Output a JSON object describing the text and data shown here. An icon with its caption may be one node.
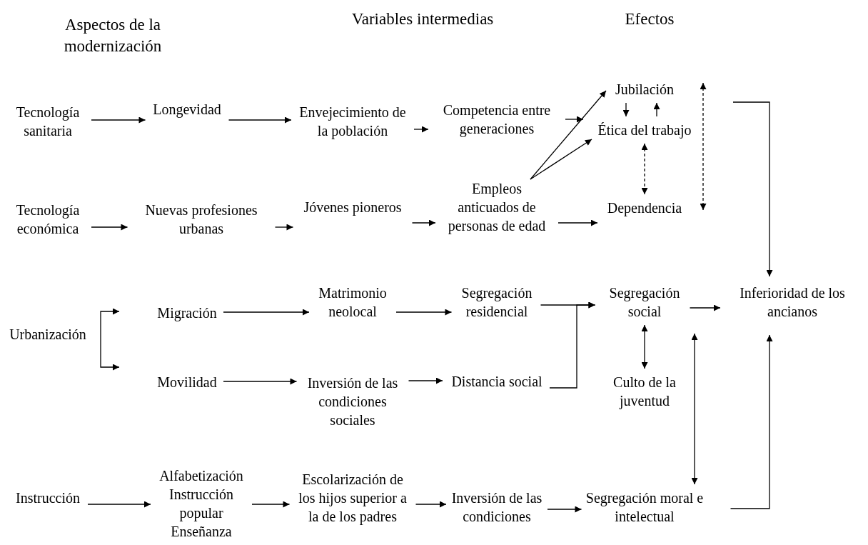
{
  "diagram": {
    "nodes": [
      {
        "text": [
          "Tecnología sanitaria"
        ]
      },
      {
        "text": [
          "Longevidad"
        ]
      },
      {
        "text": [
          "Envejecimiento de la población"
        ]
      },
      {
        "text": [
          "Competencia entre generaciones"
        ]
      },
      {
        "text": [
          "Jubilación"
        ]
      },
      {
        "text": [
          "Ética del trabajo"
        ]
      },
      {
        "text": [
          "Tecnología económica"
        ]
      },
      {
        "text": [
          "Nuevas profesiones urbanas"
        ]
      },
      {
        "text": [
          "Jóvenes pioneros"
        ]
      },
      {
        "text": [
          "Empleos anticuados de personas de edad"
        ]
      },
      {
        "text": [
          "Dependencia"
        ]
      },
      {
        "text": [
          "Urbanización"
        ]
      },
      {
        "text": [
          "Migración"
        ]
      },
      {
        "text": [
          "Matrimonio neolocal"
        ]
      },
      {
        "text": [
          "Segregación residencial"
        ]
      },
      {
        "text": [
          "Segregación social"
        ]
      },
      {
        "text": [
          "Inferioridad de los ancianos"
        ]
      },
      {
        "text": [
          "Movilidad"
        ]
      },
      {
        "text": [
          "Inversión de las condiciones sociales"
        ]
      },
      {
        "text": [
          "Distancia social"
        ]
      },
      {
        "text": [
          "Culto de la juventud"
        ]
      },
      {
        "text": [
          "Instrucción"
        ]
      },
      {
        "text": [
          "Alfabetización Instrucción popular Enseñanza"
        ]
      },
      {
        "text": [
          "Escolarización de los hijos superior a la de los padres"
        ]
      },
      {
        "text": [
          "Inversión de las condiciones"
        ]
      },
      {
        "text": [
          "Segregación moral e intelectual"
        ]
      }
    ],
    "edges": [
      {
        "from": 0,
        "to": 1,
        "arrow": "to"
      },
      {
        "from": 1,
        "to": 2,
        "arrow": "to"
      },
      {
        "from": 2,
        "to": 3,
        "arrow": "to"
      },
      {
        "from": 3,
        "to": 5,
        "arrow": "to"
      },
      {
        "from": 9,
        "to": 4,
        "arrow": "to"
      },
      {
        "from": 9,
        "to": 5,
        "arrow": "to"
      },
      {
        "from": 4,
        "to": 5,
        "arrow": "to"
      },
      {
        "from": 5,
        "to": 4,
        "arrow": "to"
      },
      {
        "from": 5,
        "to": 10,
        "arrow": "both",
        "style": "dashed"
      },
      {
        "from": 4,
        "to": 10,
        "arrow": "both",
        "style": "dashed"
      },
      {
        "from": 6,
        "to": 7,
        "arrow": "to"
      },
      {
        "from": 7,
        "to": 8,
        "arrow": "to"
      },
      {
        "from": 8,
        "to": 9,
        "arrow": "to"
      },
      {
        "from": 9,
        "to": 10,
        "arrow": "to"
      },
      {
        "from": 5,
        "to": 16,
        "arrow": "to"
      },
      {
        "from": 11,
        "to": 12,
        "arrow": "to"
      },
      {
        "from": 11,
        "to": 17,
        "arrow": "to"
      },
      {
        "from": 12,
        "to": 13,
        "arrow": "to"
      },
      {
        "from": 13,
        "to": 14,
        "arrow": "to"
      },
      {
        "from": 14,
        "to": 15,
        "arrow": "to"
      },
      {
        "from": 19,
        "to": 15,
        "arrow": "to"
      },
      {
        "from": 15,
        "to": 16,
        "arrow": "to"
      },
      {
        "from": 15,
        "to": 20,
        "arrow": "both"
      },
      {
        "from": 25,
        "to": 15,
        "arrow": "both"
      },
      {
        "from": 25,
        "to": 16,
        "arrow": "to"
      },
      {
        "from": 17,
        "to": 18,
        "arrow": "to"
      },
      {
        "from": 18,
        "to": 19,
        "arrow": "to"
      },
      {
        "from": 21,
        "to": 22,
        "arrow": "to"
      },
      {
        "from": 22,
        "to": 23,
        "arrow": "to"
      },
      {
        "from": 23,
        "to": 24,
        "arrow": "to"
      },
      {
        "from": 24,
        "to": 25,
        "arrow": "to"
      }
    ],
    "labels": [
      "Aspectos de la modernización",
      "Variables intermedias",
      "Efectos"
    ]
  }
}
